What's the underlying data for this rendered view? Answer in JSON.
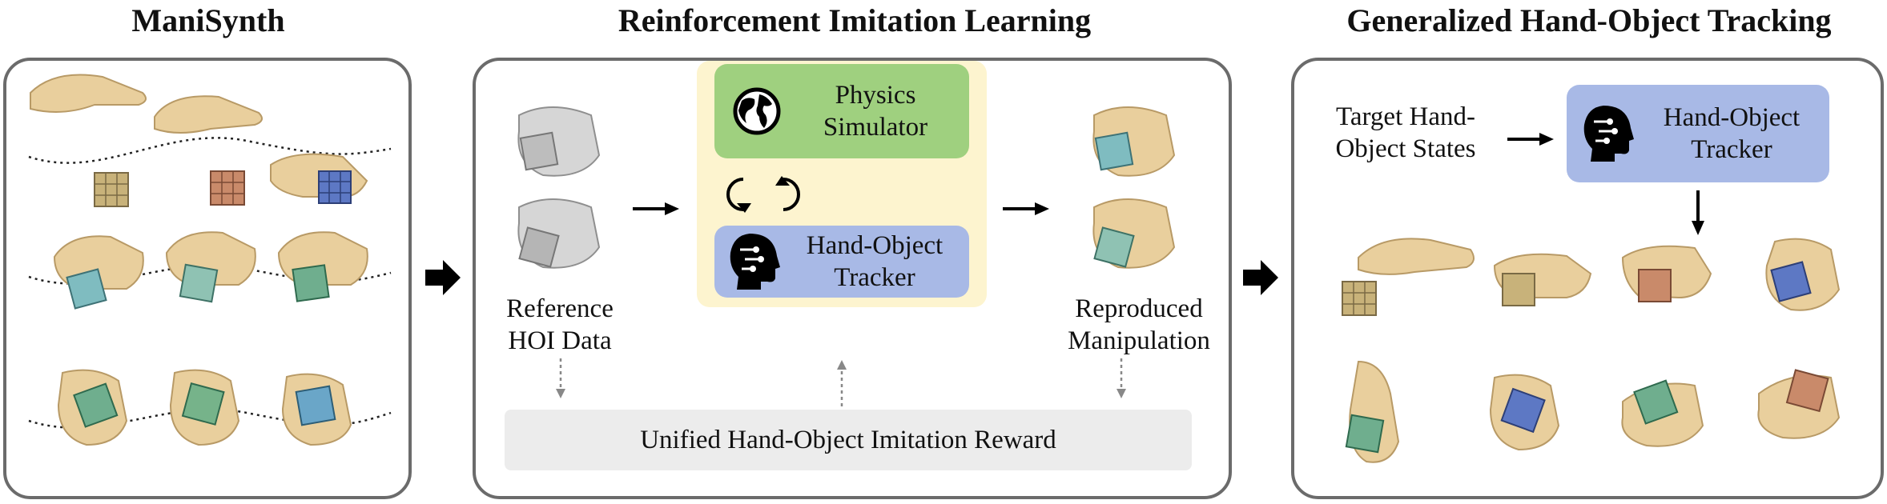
{
  "panels": {
    "left": {
      "title": "ManiSynth"
    },
    "middle": {
      "title": "Reinforcement Imitation Learning",
      "input_label_line1": "Reference",
      "input_label_line2": "HOI Data",
      "output_label_line1": "Reproduced",
      "output_label_line2": "Manipulation",
      "simulator_line1": "Physics",
      "simulator_line2": "Simulator",
      "tracker_line1": "Hand-Object",
      "tracker_line2": "Tracker",
      "reward_label": "Unified Hand-Object Imitation Reward"
    },
    "right": {
      "title": "Generalized Hand-Object Tracking",
      "input_line1": "Target Hand-",
      "input_line2": "Object States",
      "tracker_line1": "Hand-Object",
      "tracker_line2": "Tracker"
    }
  },
  "colors": {
    "panel_border": "#6b6b6b",
    "simulator_box": "#9fd07f",
    "tracker_box": "#a8b9e6",
    "sim_background": "#fdf4cf",
    "reward_bar": "#ececec",
    "hand": "#e9cf9d",
    "cube_a": "#c8b27a",
    "cube_b": "#6fae8e",
    "cube_c": "#5d78c4"
  },
  "icons": [
    "globe-icon",
    "brain-head-icon",
    "cycle-arrows-icon",
    "right-arrow-icon",
    "down-arrow-icon"
  ]
}
